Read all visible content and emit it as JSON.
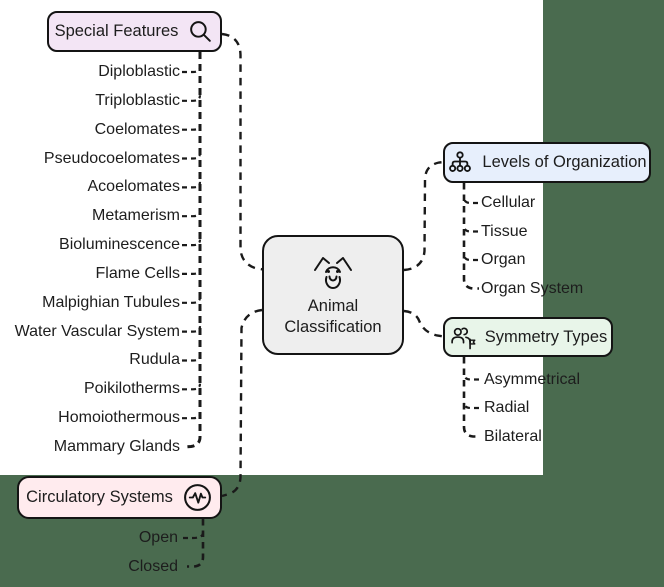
{
  "page": {
    "background_color": "#4a6b4f",
    "canvas_color": "#ffffff",
    "line_color": "#1a1a1a",
    "border_color": "#141414"
  },
  "root": {
    "label": "Animal Classification",
    "icon": "bug-icon",
    "fill": "#eeeeee"
  },
  "branches": [
    {
      "label": "Special Features",
      "icon": "magnifier-icon",
      "fill": "#f3e5f5",
      "items": [
        "Diploblastic",
        "Triploblastic",
        "Coelomates",
        "Pseudocoelomates",
        "Acoelomates",
        "Metamerism",
        "Bioluminescence",
        "Flame Cells",
        "Malpighian Tubules",
        "Water Vascular System",
        "Rudula",
        "Poikilotherms",
        "Homoiothermous",
        "Mammary Glands"
      ]
    },
    {
      "label": "Levels of Organization",
      "icon": "sitemap-icon",
      "fill": "#e7effc",
      "items": [
        "Cellular",
        "Tissue",
        "Organ",
        "Organ System"
      ]
    },
    {
      "label": "Symmetry Types",
      "icon": "people-flag-icon",
      "fill": "#e8f5e9",
      "items": [
        "Asymmetrical",
        "Radial",
        "Bilateral"
      ]
    },
    {
      "label": "Circulatory Systems",
      "icon": "pulse-icon",
      "fill": "#ffebee",
      "items": [
        "Open",
        "Closed"
      ]
    }
  ]
}
